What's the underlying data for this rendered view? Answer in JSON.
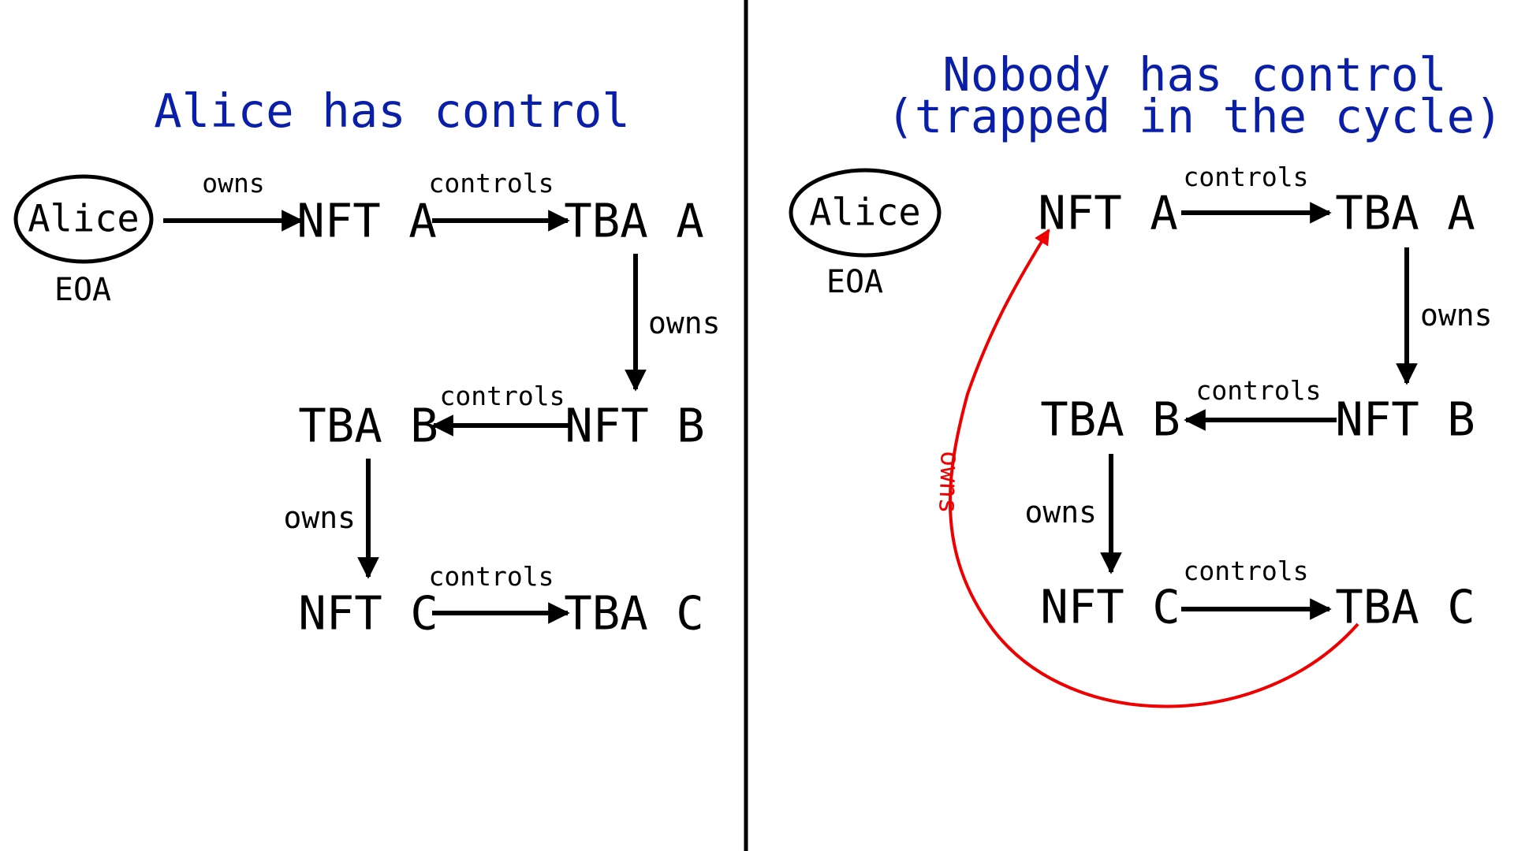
{
  "colors": {
    "title": "#0a1fa8",
    "ink": "#000000",
    "cycle": "#ee0000",
    "background": "#ffffff"
  },
  "left_panel": {
    "title": "Alice has control",
    "alice": "Alice",
    "eoa": "EOA",
    "nodes": {
      "nft_a": "NFT A",
      "tba_a": "TBA A",
      "nft_b": "NFT B",
      "tba_b": "TBA B",
      "nft_c": "NFT C",
      "tba_c": "TBA C"
    },
    "edges": {
      "alice_owns_nft_a": "owns",
      "nft_a_controls_tba_a": "controls",
      "tba_a_owns_nft_b": "owns",
      "nft_b_controls_tba_b": "controls",
      "tba_b_owns_nft_c": "owns",
      "nft_c_controls_tba_c": "controls"
    }
  },
  "right_panel": {
    "title_line1": "Nobody has control",
    "title_line2": "(trapped in the cycle)",
    "alice": "Alice",
    "eoa": "EOA",
    "nodes": {
      "nft_a": "NFT A",
      "tba_a": "TBA A",
      "nft_b": "NFT B",
      "tba_b": "TBA B",
      "nft_c": "NFT C",
      "tba_c": "TBA C"
    },
    "edges": {
      "nft_a_controls_tba_a": "controls",
      "tba_a_owns_nft_b": "owns",
      "nft_b_controls_tba_b": "controls",
      "tba_b_owns_nft_c": "owns",
      "nft_c_controls_tba_c": "controls",
      "tba_c_owns_nft_a": "owns"
    }
  }
}
